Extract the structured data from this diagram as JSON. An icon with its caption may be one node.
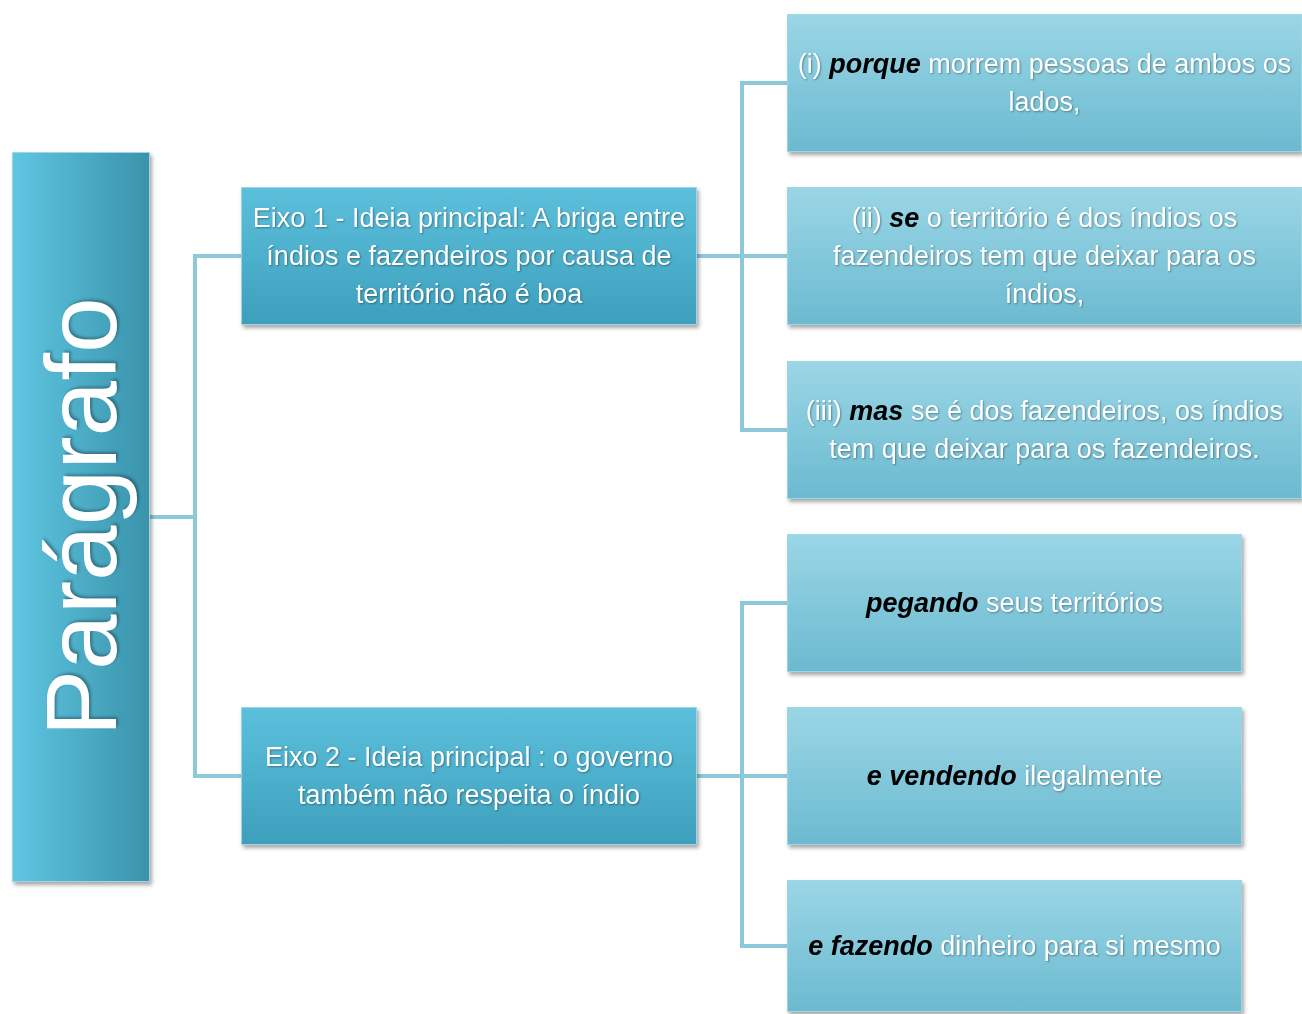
{
  "diagram": {
    "nodes": [
      {
        "text": [
          "Parágrafo"
        ]
      },
      {
        "text": [
          "Eixo 1 - Ideia principal: A briga entre índios e fazendeiros por causa de território não é boa"
        ]
      },
      {
        "text": [
          "Eixo 2 - Ideia principal : o governo também não respeita o índio"
        ]
      },
      {
        "text": [
          "(i) **porque** morrem pessoas de ambos os lados,"
        ]
      },
      {
        "text": [
          "(ii) **se** o território é dos índios os fazendeiros tem que deixar para os índios,"
        ]
      },
      {
        "text": [
          "(iii) **mas** se é dos fazendeiros, os índios tem que deixar para os fazendeiros."
        ]
      },
      {
        "text": [
          "**pegando** seus territórios"
        ]
      },
      {
        "text": [
          "**e vendendo** ilegalmente"
        ]
      },
      {
        "text": [
          "**e fazendo** dinheiro para si mesmo"
        ]
      }
    ],
    "edges": [
      {
        "from": 0,
        "to": 1,
        "arrow": "none"
      },
      {
        "from": 0,
        "to": 2,
        "arrow": "none"
      },
      {
        "from": 1,
        "to": 3,
        "arrow": "none"
      },
      {
        "from": 1,
        "to": 4,
        "arrow": "none"
      },
      {
        "from": 1,
        "to": 5,
        "arrow": "none"
      },
      {
        "from": 2,
        "to": 6,
        "arrow": "none"
      },
      {
        "from": 2,
        "to": 7,
        "arrow": "none"
      },
      {
        "from": 2,
        "to": 8,
        "arrow": "none"
      }
    ]
  }
}
